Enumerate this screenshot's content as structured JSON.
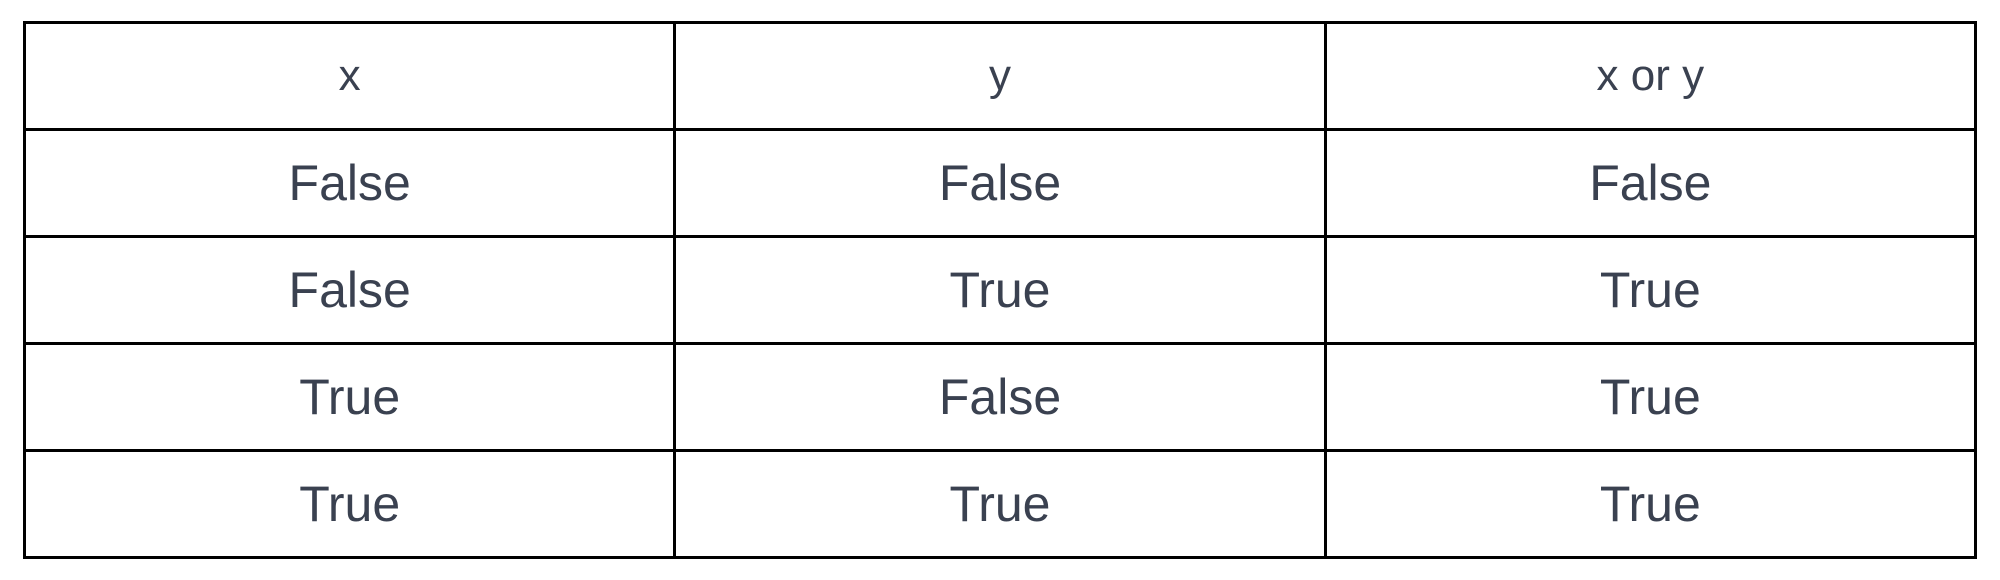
{
  "table": {
    "headers": [
      "x",
      "y",
      "x or y"
    ],
    "rows": [
      [
        "False",
        "False",
        "False"
      ],
      [
        "False",
        "True",
        "True"
      ],
      [
        "True",
        "False",
        "True"
      ],
      [
        "True",
        "True",
        "True"
      ]
    ]
  },
  "colors": {
    "text": "#3a4150",
    "border": "#000000",
    "background": "#ffffff"
  }
}
